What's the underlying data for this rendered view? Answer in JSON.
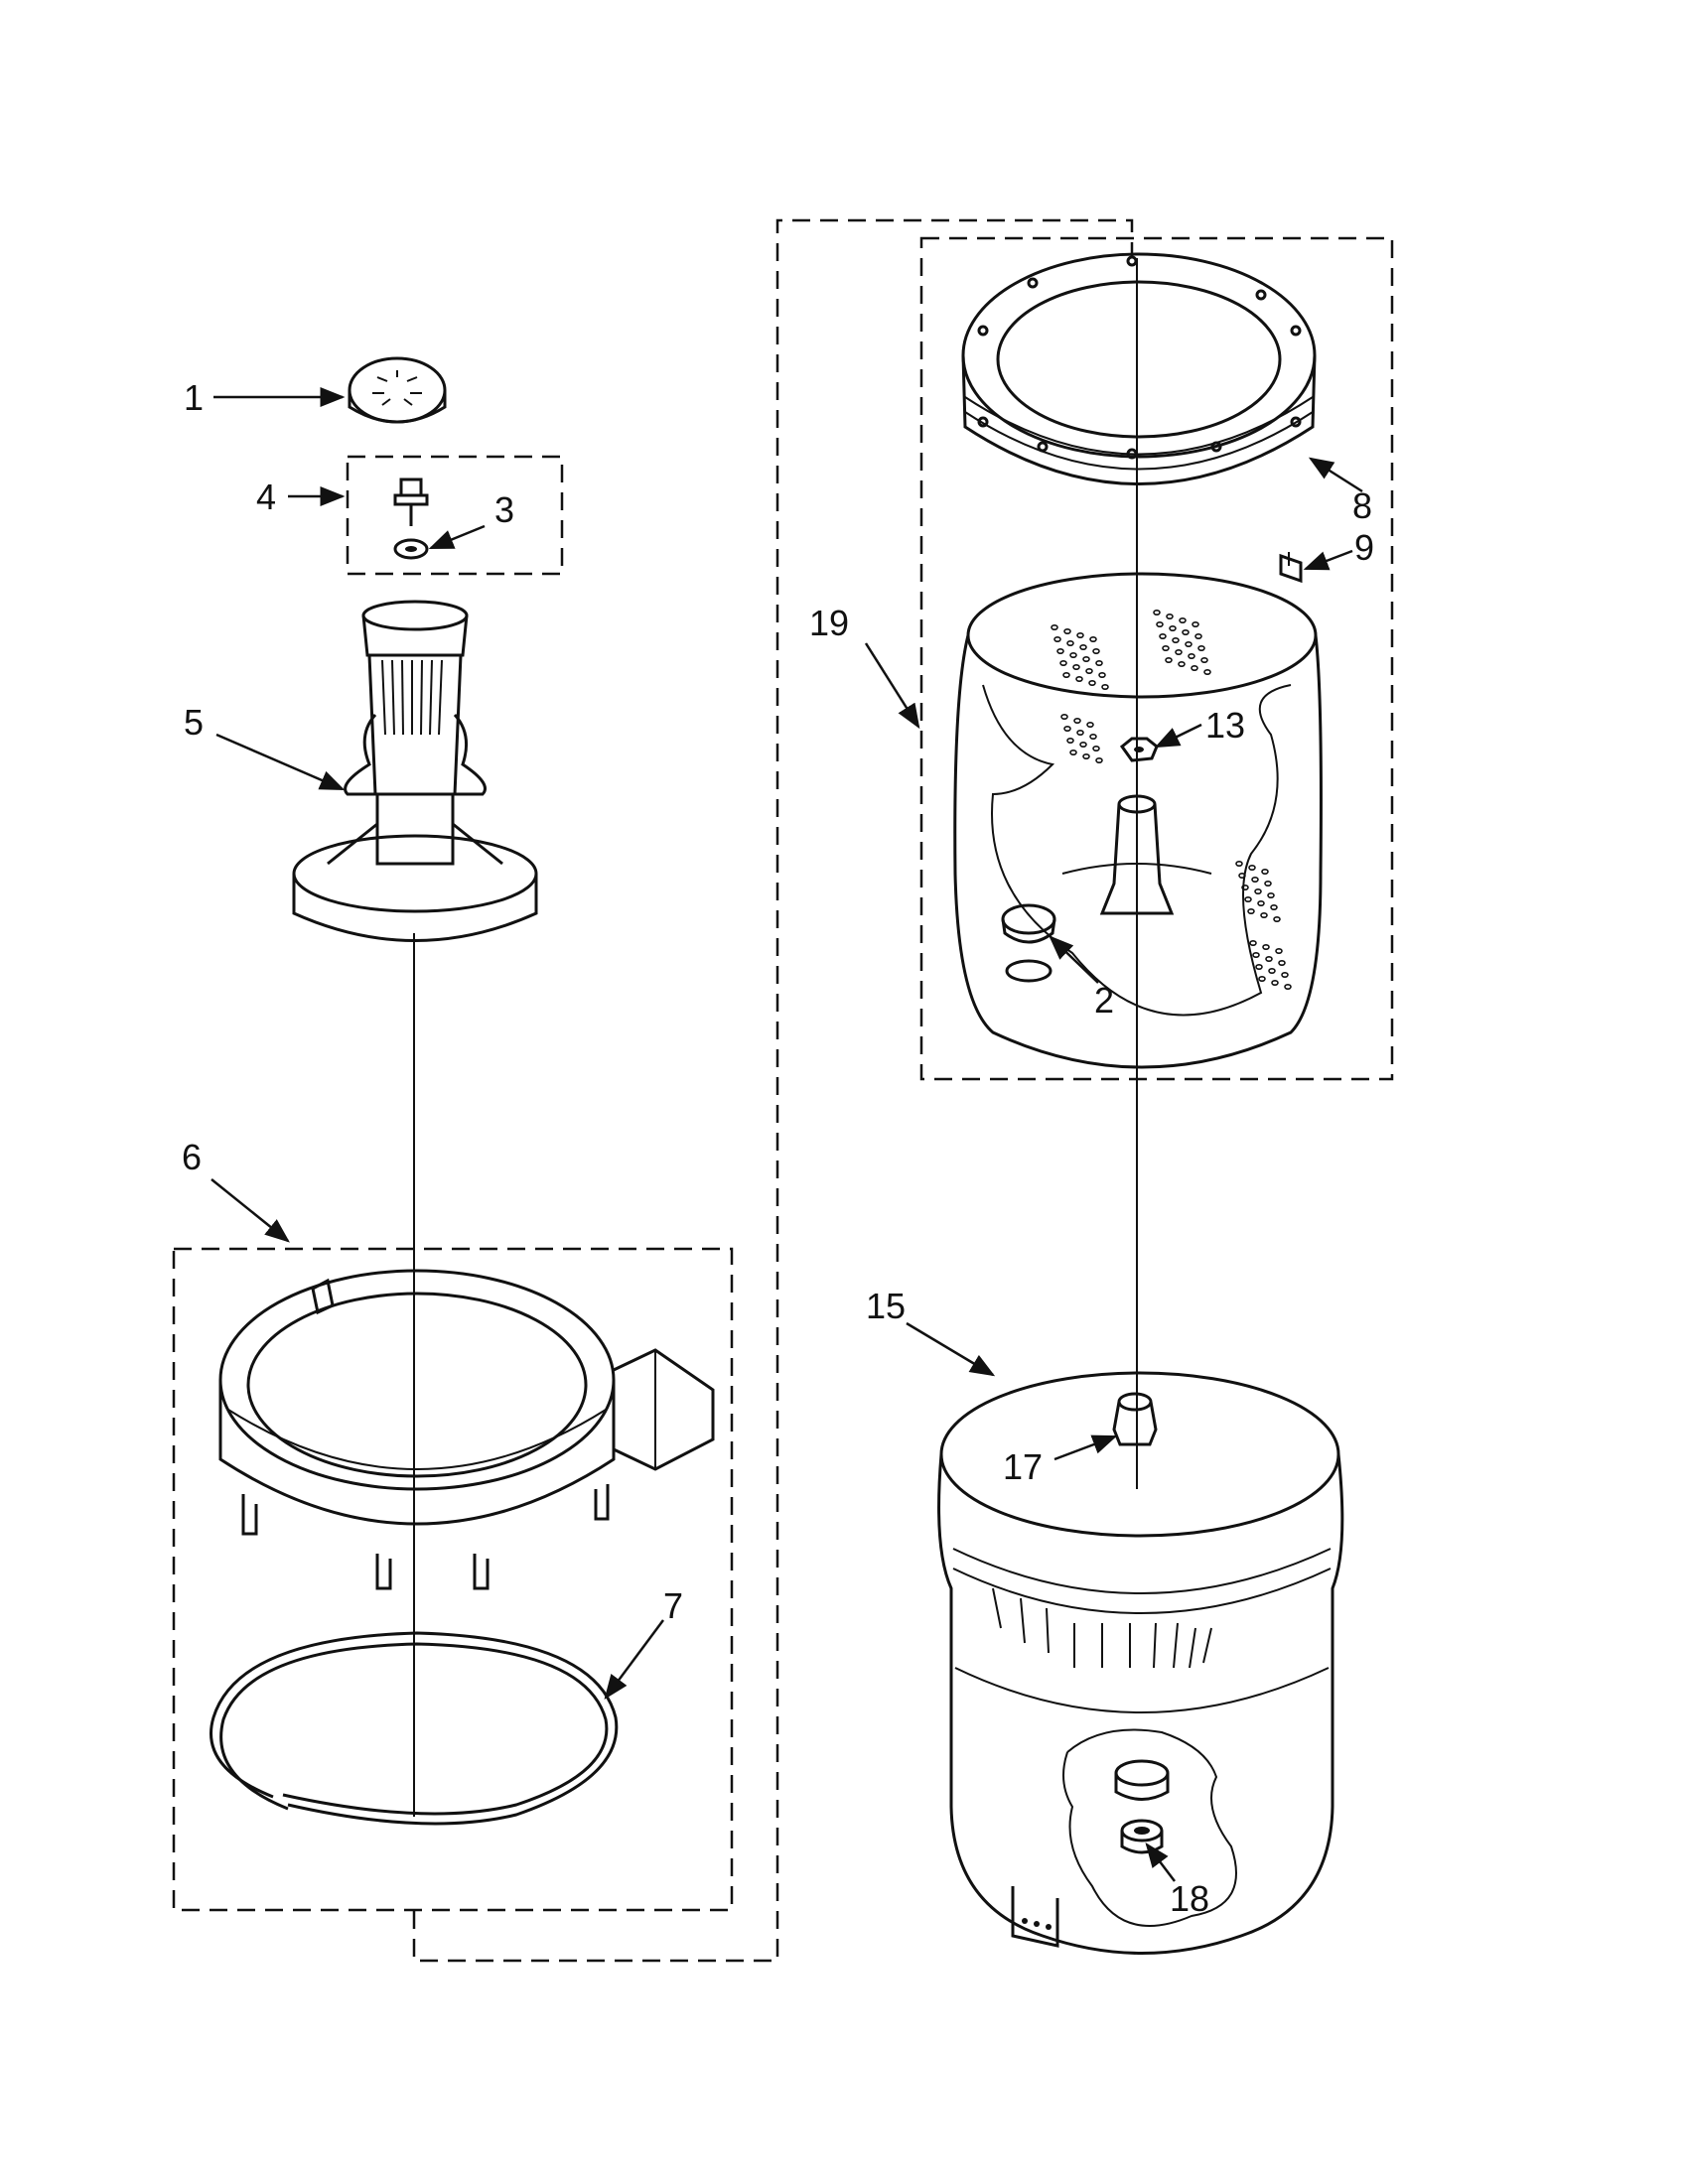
{
  "callouts": {
    "c1": "1",
    "c2": "2",
    "c3": "3",
    "c4": "4",
    "c5": "5",
    "c6": "6",
    "c7": "7",
    "c8": "8",
    "c9": "9",
    "c13": "13",
    "c15": "15",
    "c17": "17",
    "c18": "18",
    "c19": "19"
  },
  "parts": [
    {
      "id": "1",
      "icon": "agitator-cap-icon"
    },
    {
      "id": "2",
      "icon": "plug-icon"
    },
    {
      "id": "3",
      "icon": "washer-icon"
    },
    {
      "id": "4",
      "icon": "bolt-assembly-icon"
    },
    {
      "id": "5",
      "icon": "agitator-icon"
    },
    {
      "id": "6",
      "icon": "tub-ring-assembly-icon"
    },
    {
      "id": "7",
      "icon": "snap-ring-icon"
    },
    {
      "id": "8",
      "icon": "balance-ring-icon"
    },
    {
      "id": "9",
      "icon": "clip-icon"
    },
    {
      "id": "13",
      "icon": "nut-icon"
    },
    {
      "id": "15",
      "icon": "outer-tub-icon"
    },
    {
      "id": "17",
      "icon": "bearing-icon"
    },
    {
      "id": "18",
      "icon": "seal-icon"
    },
    {
      "id": "19",
      "icon": "basket-assembly-icon"
    }
  ]
}
